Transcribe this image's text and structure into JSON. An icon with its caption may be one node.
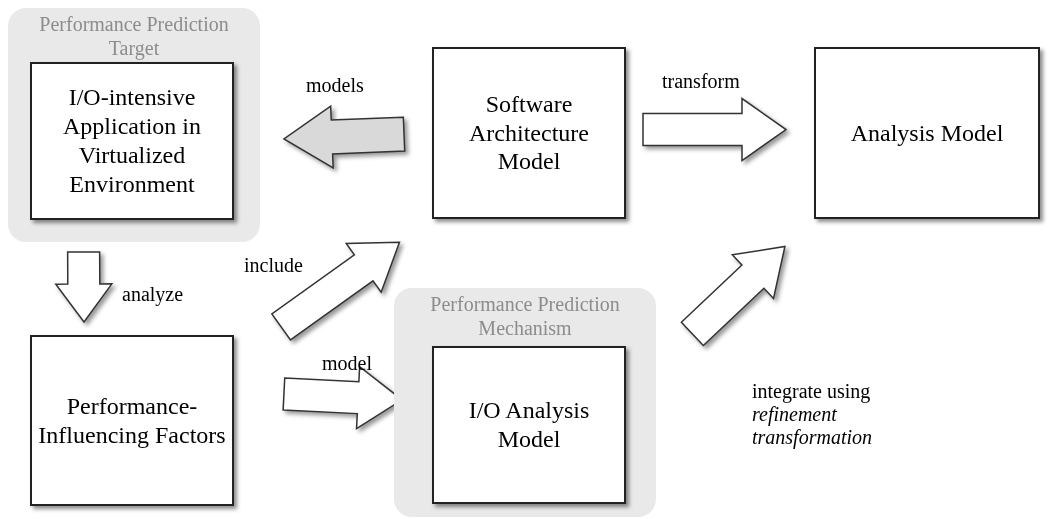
{
  "diagram": {
    "nodes": [
      {
        "text": [
          "Performance Prediction Target"
        ]
      },
      {
        "text": [
          "I/O-intensive Application in Virtualized Environment"
        ],
        "in": 0
      },
      {
        "text": [
          "Software Architecture Model"
        ]
      },
      {
        "text": [
          "Analysis Model"
        ]
      },
      {
        "text": [
          "Performance-Influencing Factors"
        ]
      },
      {
        "text": [
          "Performance Prediction Mechanism"
        ]
      },
      {
        "text": [
          "I/O Analysis Model"
        ],
        "in": 5
      }
    ],
    "edges": [
      {
        "from": 2,
        "to": 1,
        "arrow": "to",
        "label": "models",
        "color": "#d9d9d9"
      },
      {
        "from": 2,
        "to": 3,
        "arrow": "to",
        "label": "transform"
      },
      {
        "from": 0,
        "to": 4,
        "arrow": "to",
        "label": "analyze"
      },
      {
        "from": 4,
        "to": 2,
        "arrow": "to",
        "label": "include"
      },
      {
        "from": 4,
        "to": 6,
        "arrow": "to",
        "label": "model"
      },
      {
        "from": 5,
        "to": 3,
        "arrow": "to",
        "label": "integrate using *refinement transformation*"
      }
    ]
  }
}
